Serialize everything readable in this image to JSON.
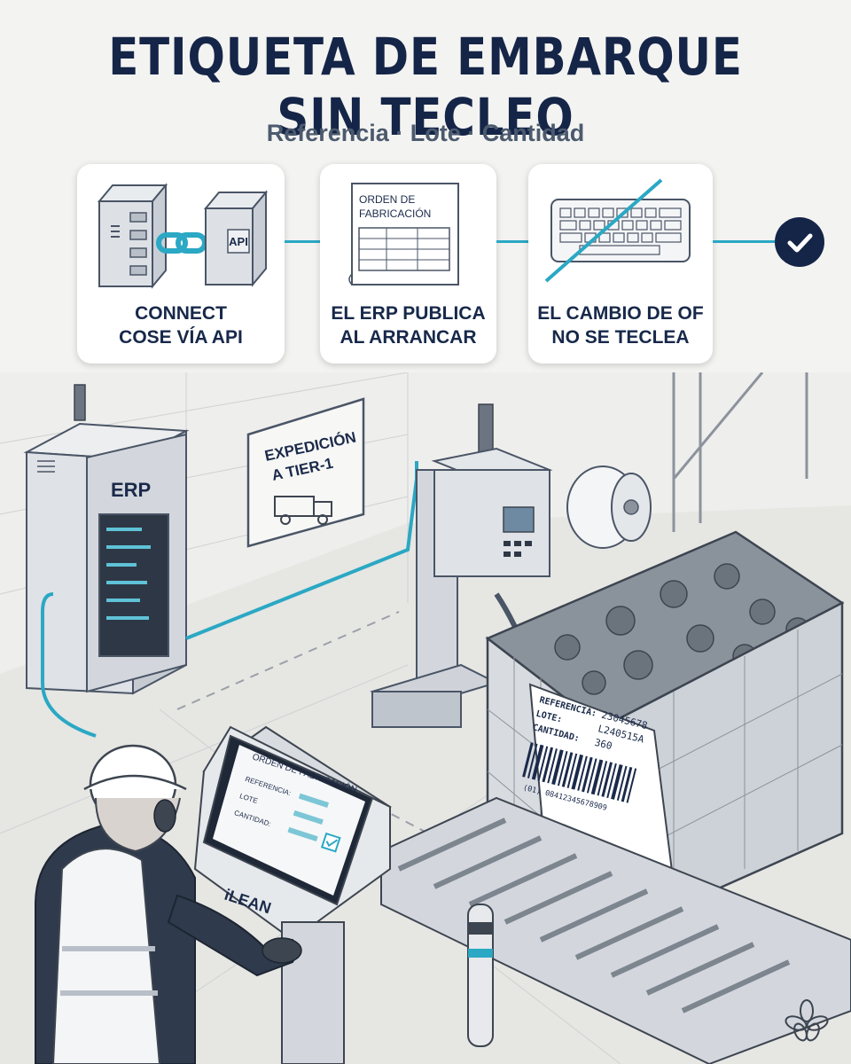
{
  "header": {
    "title": "ETIQUETA DE EMBARQUE SIN TECLEO",
    "subtitle": "Referencia · Lote · Cantidad"
  },
  "steps": [
    {
      "label": "CONNECT\nCOSE VÍA API",
      "icon": "server-link-icon",
      "server_label": "API"
    },
    {
      "label": "EL ERP PUBLICA\nAL ARRANCAR",
      "icon": "work-order-document-icon",
      "doc_title_1": "ORDEN DE",
      "doc_title_2": "FABRICACIÓN"
    },
    {
      "label": "EL CAMBIO DE OF\nNO SE TECLEA",
      "icon": "keyboard-crossed-icon"
    }
  ],
  "final_icon": "check-icon",
  "scene": {
    "erp_cabinet_label": "ERP",
    "sign_line_1": "EXPEDICIÓN",
    "sign_line_2": "A TIER-1",
    "sign_icon": "truck-icon",
    "terminal": {
      "brand": "iLEAN",
      "screen_title": "ORDEN DE FABRICACIÓN",
      "field_1": "REFERENCIA:",
      "field_2": "LOTE",
      "field_3": "CANTIDAD:"
    },
    "label_card": {
      "ref_label": "REFERENCIA:",
      "ref_value": "23045678",
      "lot_label": "LOTE:",
      "lot_value": "L240515A",
      "qty_label": "CANTIDAD:",
      "qty_value": "360",
      "barcode_text": "(01) 08412345678909"
    },
    "corner_logo": "flower-logo-icon"
  },
  "colors": {
    "navy": "#152548",
    "accent": "#2aa8c4",
    "line": "#4a5566",
    "bg": "#f3f3f1"
  }
}
